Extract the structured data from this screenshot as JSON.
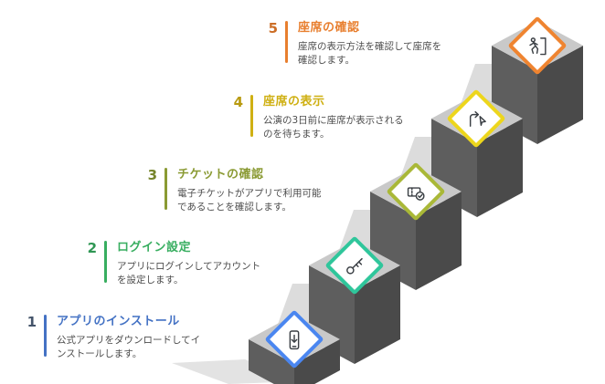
{
  "steps": [
    {
      "number": "1",
      "title": "アプリのインストール",
      "description": "公式アプリをダウンロードしてインストールします。",
      "title_color": "#4472C4",
      "number_color": "#44546A",
      "bar_color": "#4472C4",
      "diamond_color": "#4A86F0",
      "icon": "smartphone-download-icon"
    },
    {
      "number": "2",
      "title": "ログイン設定",
      "description": "アプリにログインしてアカウントを設定します。",
      "title_color": "#38AE60",
      "number_color": "#2F9653",
      "bar_color": "#38AE60",
      "diamond_color": "#2FC69B",
      "icon": "key-icon"
    },
    {
      "number": "3",
      "title": "チケットの確認",
      "description": "電子チケットがアプリで利用可能であることを確認します。",
      "title_color": "#8A9A33",
      "number_color": "#76842B",
      "bar_color": "#8A9A33",
      "diamond_color": "#A9B837",
      "icon": "ticket-check-icon"
    },
    {
      "number": "4",
      "title": "座席の表示",
      "description": "公演の3日前に座席が表示されるのを待ちます。",
      "title_color": "#CFB013",
      "number_color": "#B89A10",
      "bar_color": "#CFB013",
      "diamond_color": "#EDD61C",
      "icon": "cursor-arrow-icon"
    },
    {
      "number": "5",
      "title": "座席の確認",
      "description": "座席の表示方法を確認して座席を確認します。",
      "title_color": "#E87F2F",
      "number_color": "#CC6E27",
      "bar_color": "#E87F2F",
      "diamond_color": "#EF8430",
      "icon": "exit-run-icon"
    }
  ],
  "palette": {
    "stair_top": "#C9C9C9",
    "stair_left_face": "#5E5E5E",
    "stair_right_face": "#4A4A4A",
    "stair_shadow": "#DCDCDC",
    "icon_stroke": "#3A3F44",
    "description_text": "#4D4D4D"
  }
}
